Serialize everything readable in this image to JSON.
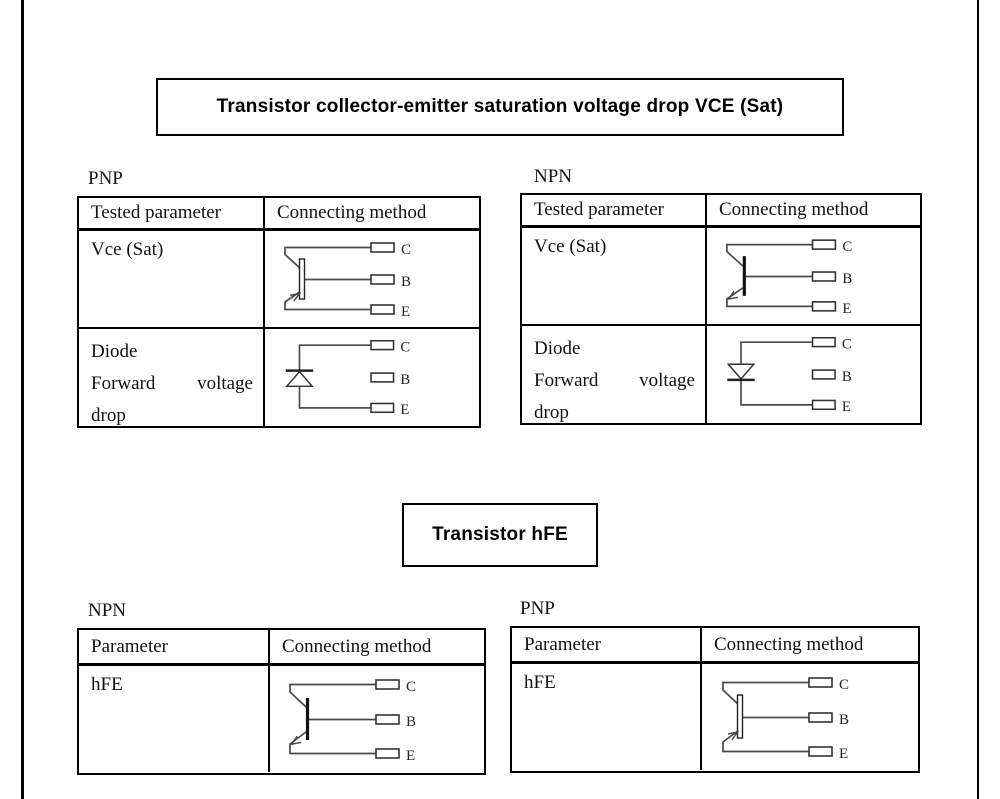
{
  "terminals": {
    "collector": "C",
    "base": "B",
    "emitter": "E"
  },
  "sections": [
    {
      "title": "Transistor collector-emitter saturation voltage drop VCE (Sat)",
      "tables": [
        {
          "label": "PNP",
          "headers": {
            "parameter": "Tested parameter",
            "method": "Connecting method"
          },
          "rows": {
            "vce": {
              "parameter": "Vce (Sat)",
              "diagram": "pnp-transistor"
            },
            "diode": {
              "line1": "Diode",
              "line2_word1": "Forward",
              "line2_word2": "voltage",
              "line3": "drop",
              "diagram": "diode-cathode-top"
            }
          }
        },
        {
          "label": "NPN",
          "headers": {
            "parameter": "Tested parameter",
            "method": "Connecting method"
          },
          "rows": {
            "vce": {
              "parameter": "Vce (Sat)",
              "diagram": "npn-transistor"
            },
            "diode": {
              "line1": "Diode",
              "line2_word1": "Forward",
              "line2_word2": "voltage",
              "line3": "drop",
              "diagram": "diode-cathode-bottom"
            }
          }
        }
      ]
    },
    {
      "title": "Transistor hFE",
      "tables": [
        {
          "label": "NPN",
          "headers": {
            "parameter": "Parameter",
            "method": "Connecting method"
          },
          "rows": {
            "hfe": {
              "parameter": "hFE",
              "diagram": "npn-transistor"
            }
          }
        },
        {
          "label": "PNP",
          "headers": {
            "parameter": "Parameter",
            "method": "Connecting method"
          },
          "rows": {
            "hfe": {
              "parameter": "hFE",
              "diagram": "pnp-transistor"
            }
          }
        }
      ]
    }
  ]
}
